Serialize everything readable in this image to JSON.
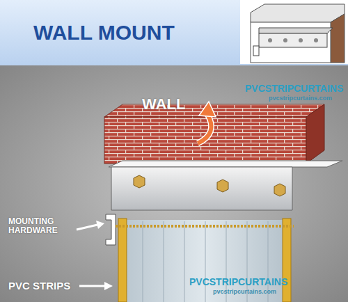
{
  "diagram": {
    "title": "WALL MOUNT",
    "labels": [
      "WALL",
      "MOUNTING HARDWARE",
      "PVC STRIPS",
      "PVCSTRIPCURTAINS",
      "pvcstripcurtains.com",
      "PVCSTRIPCURTAINS",
      "pvcstripcurtains.com"
    ]
  }
}
